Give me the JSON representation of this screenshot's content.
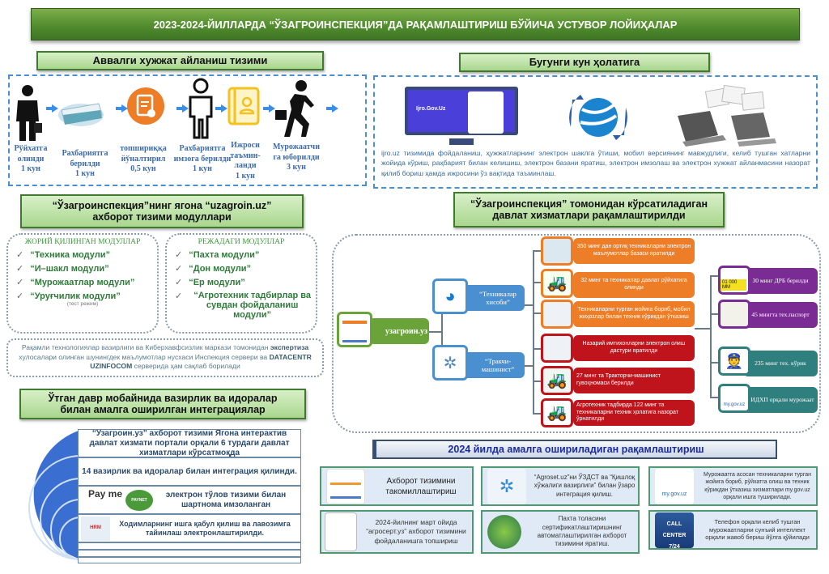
{
  "title": "2023-2024-ЙИЛЛАРДА “ЎЗАГРОИНСПЕКЦИЯ”ДА РАҚАМЛАШТИРИШ  БЎЙИЧА УСТУВОР ЛОЙИҲАЛАР",
  "old_system": {
    "heading": "Аввалги хужжат айланиш тизими",
    "steps": [
      {
        "line1": "Рўйхатга",
        "line2": "олинди",
        "days": "1 кун",
        "icon": "businessman-icon"
      },
      {
        "line1": "Рахбариятга",
        "line2": "берилди",
        "days": "1 кун",
        "icon": "papers-icon"
      },
      {
        "line1": "топшириққа",
        "line2": "йўналтирил",
        "days": "0,5 кун",
        "icon": "document-certificate-icon"
      },
      {
        "line1": "Рахбариятга",
        "line2": "имзога берилди",
        "days": "1 кун",
        "icon": "person-outline-icon"
      },
      {
        "line1": "Ижроси",
        "line2": "таъмин-ланди",
        "days": "1 кун",
        "icon": "contact-book-icon"
      },
      {
        "line1": "Мурожаатчи",
        "line2": "га юборилди",
        "days": "3 кун",
        "icon": "walking-man-icon"
      }
    ]
  },
  "current": {
    "heading": "Бугунги кун ҳолатига",
    "monitor_label": "Ijro.Gov.Uz",
    "description": "ijro.uz тизимида фойдаланиш, ҳужжатларнинг электрон шаклга ўтиши, мобил версиянинг мавжудлиги, келиб тушган хатларни жойида кўриш, раҳбарият билан келишиш, электрон базани яратиш, электрон имзолаш ва электрон хужжат айланмасини назорат қилиб бориш ҳамда ижросини ўз вақтида таъминлаш."
  },
  "modules": {
    "heading_line1": "“Ўзагроинспекция”нинг ягона “uzagroin.uz”",
    "heading_line2": "ахборот тизими модуллари",
    "implemented": {
      "title": "ЖОРИЙ ҚИЛИНГАН МОДУЛЛАР",
      "items": [
        "“Техника модули”",
        "“И–шакл модули”",
        "“Мурожаатлар модули”",
        "“Уруғчилик модули”"
      ],
      "note": "(тест режим)"
    },
    "planned": {
      "title": "РЕЖАДАГИ МОДУЛЛАР",
      "items": [
        "“Пахта модули”",
        "“Дон модули”",
        "“Ер модули”",
        "“Агротехник тадбирлар ва сувдан фойдаланиш модули”"
      ]
    },
    "expertise_part1": "Рақамли технологиялар вазирлиги ва Киберхавфсизлик маркази томонидан",
    "expertise_bold1": "экспертиза",
    "expertise_part2": "хулосалари олинган шунингдек маълумотлар нусхаси Инспекция сервери ва",
    "expertise_bold2": "DATACENTR UZINFOCOM",
    "expertise_part3": "серверида ҳам сақлаб борилади"
  },
  "integrations": {
    "heading_line1": "Ўтган давр мобайнида вазирлик ва идоралар",
    "heading_line2": "билан амалга оширилган интеграциялар",
    "rows": [
      "“Узагроин.уз” ахборот тизими Ягона интерактив давлат хизмати портали орқали 6 турдаги давлат хизматлари кўрсатмоқда",
      "14 вазирлик ва идоралар билан интеграция қилинди.",
      "электрон тўлов тизими билан шартнома имзоланган",
      "Ходимларнинг ишга қабул қилиш ва лавозимга тайинлаш электронлаштирилди."
    ],
    "payme_label": "Pay me",
    "paynet_label": "PAYNET",
    "hrm_label": "HRM"
  },
  "services": {
    "heading_line1": "“Ўзагроинспекция” томонидан кўрсатиладиган",
    "heading_line2": "давлат хизматлари рақамлаштирилди",
    "root": "узагроин.уз",
    "branches": [
      "“Техникалар хисоби”",
      "“Тракчи-машинист”"
    ],
    "orange_items": [
      "350 минг дан ортиқ техникаларни электрон маълумотлар базаси яратилди",
      "32 минг та техникалар давлат рўйхатига олинди",
      "Техникаларни турган жойига бориб, мобил жиҳозлар билан техник кўрикдан ўтказиш"
    ],
    "red_items": [
      "Назарий имтихонларни электрон олиш дастури яратилди",
      "27 минг та Тракторчи-машинист гувоҳномаси берилди",
      "Агротехник тадбирда 122 минг та техникаларни техник ҳолатига назорат ўрнатилди"
    ],
    "purple_items": [
      "30 минг ДРБ берилди",
      "45 мингта тех.паспорт"
    ],
    "plate_text": "01 000 MM",
    "teal_items": [
      "235 минг тех. кўрик",
      "ЯИДХП орқали мурожаат"
    ],
    "mygov_label": "my.gov.uz"
  },
  "plan2024": {
    "heading": "2024 йилда амалга ошириладиган рақамлаштириш",
    "items": [
      "Ахборот тизимини такомиллаштириш",
      "“Agroset.uz”ни ЎЗДСТ ва “Қишлоқ хўжалиги вазирлиги” билан ўзаро интеграция қилиш.",
      "Мурожаатга асосан техникаларни турган жойига бориб, рўйхатга олиш ва техник кўрикдан ўтказиш хизматлари my.gov.uz орқали ишга туширилади.",
      "2024-йилнинг март ойида “агросерт.уз” ахборот тизимини фойдаланишга топшириш",
      "Пахта толасини сертификатлаштиришнинг автоматлаштирилган ахборот тизимини яратиш.",
      "Телефон орқали келиб тушган мурожаатларни сунъий интеллект орқали жавоб бериш йўлга қўйилади"
    ],
    "call_center_line1": "CALL CENTER",
    "call_center_line2": "7/24",
    "mygov_label": "my.gov.uz"
  },
  "colors": {
    "green_banner": "#4f8a2c",
    "orange": "#ee7d27",
    "red": "#c0141c",
    "purple": "#7a2c94",
    "teal": "#2f7f7e",
    "blue_dash": "#4a8fd0"
  }
}
